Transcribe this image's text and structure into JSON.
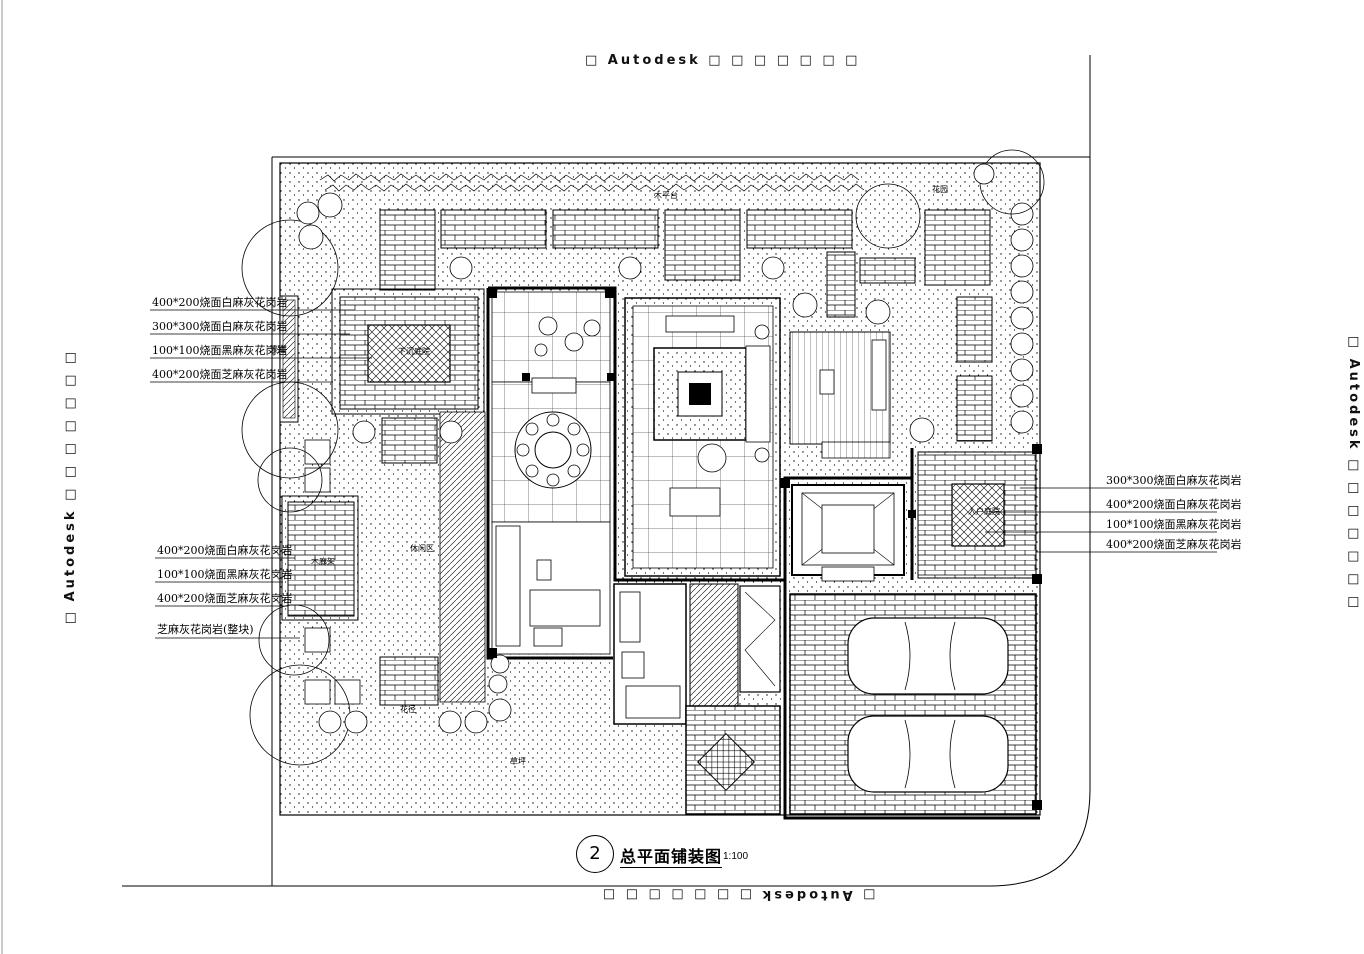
{
  "watermarks": {
    "top": "□ Autodesk □ □ □ □ □ □ □",
    "bottom": "□ Autodesk □ □ □ □ □ □ □",
    "left": "□ Autodesk □ □ □ □ □ □ □",
    "right": "□ Autodesk □ □ □ □ □ □ □"
  },
  "left_annotations_upper": [
    "400*200烧面白麻灰花岗岩",
    "300*300烧面白麻灰花岗岩",
    "100*100烧面黑麻灰花岗岩",
    "400*200烧面芝麻灰花岗岩"
  ],
  "left_annotations_lower": [
    "400*200烧面白麻灰花岗岩",
    "100*100烧面黑麻灰花岗岩",
    "400*200烧面芝麻灰花岗岩",
    "芝麻灰花岗岩(整块)"
  ],
  "right_annotations": [
    "300*300烧面白麻灰花岗岩",
    "400*200烧面白麻灰花岗岩",
    "100*100烧面黑麻灰花岗岩",
    "400*200烧面芝麻灰花岗岩"
  ],
  "room_labels": {
    "wood_platform": "木平台",
    "garden_path": "花径",
    "lawn": "草坪",
    "wood_deck": "木廊架",
    "garden": "花园",
    "entry": "入户庭院",
    "leisure": "休闲区",
    "water": "景墙",
    "sunken": "下沉庭院"
  },
  "title": {
    "number": "2",
    "text": "总平面铺装图",
    "scale": "1:100"
  }
}
